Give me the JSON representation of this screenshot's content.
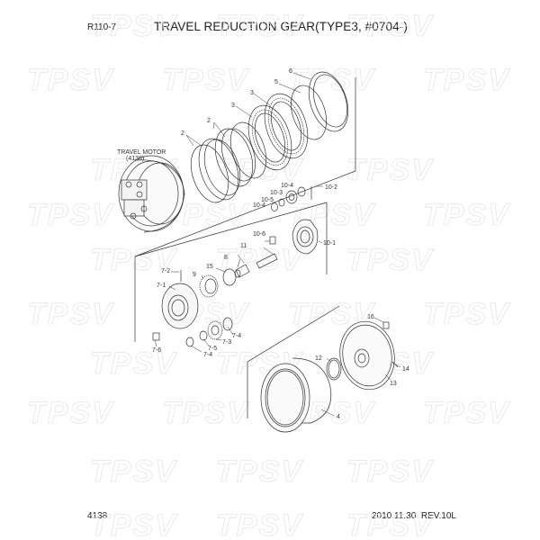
{
  "header": {
    "model": "R110-7",
    "title": "TRAVEL REDUCTION GEAR(TYPE3, #0704-)"
  },
  "footer": {
    "page_number": "4138",
    "revision": "2010.11.30  REV.10L"
  },
  "watermark": "TPSV",
  "travel_motor": {
    "label": "TRAVEL MOTOR",
    "ref": "(4136)"
  },
  "callouts": [
    {
      "id": "c6",
      "text": "6"
    },
    {
      "id": "c5",
      "text": "5"
    },
    {
      "id": "c3a",
      "text": "3"
    },
    {
      "id": "c3b",
      "text": "3"
    },
    {
      "id": "c2a",
      "text": "2"
    },
    {
      "id": "c2b",
      "text": "2"
    },
    {
      "id": "c10-2",
      "text": "10-2"
    },
    {
      "id": "c10-4a",
      "text": "10-4"
    },
    {
      "id": "c10-3",
      "text": "10-3"
    },
    {
      "id": "c10-5",
      "text": "10-5"
    },
    {
      "id": "c10-4b",
      "text": "10-4"
    },
    {
      "id": "c10-6",
      "text": "10-6"
    },
    {
      "id": "c10-1",
      "text": "10-1"
    },
    {
      "id": "c11",
      "text": "11"
    },
    {
      "id": "c8",
      "text": "8"
    },
    {
      "id": "c15",
      "text": "15"
    },
    {
      "id": "c9",
      "text": "9"
    },
    {
      "id": "c7-2",
      "text": "7-2"
    },
    {
      "id": "c7-1",
      "text": "7-1"
    },
    {
      "id": "c7-4a",
      "text": "7-4"
    },
    {
      "id": "c7-3",
      "text": "7-3"
    },
    {
      "id": "c7-5",
      "text": "7-5"
    },
    {
      "id": "c7-4b",
      "text": "7-4"
    },
    {
      "id": "c7-6",
      "text": "7-6"
    },
    {
      "id": "c16",
      "text": "16"
    },
    {
      "id": "c12",
      "text": "12"
    },
    {
      "id": "c14",
      "text": "14"
    },
    {
      "id": "c13",
      "text": "13"
    },
    {
      "id": "c4",
      "text": "4"
    }
  ]
}
